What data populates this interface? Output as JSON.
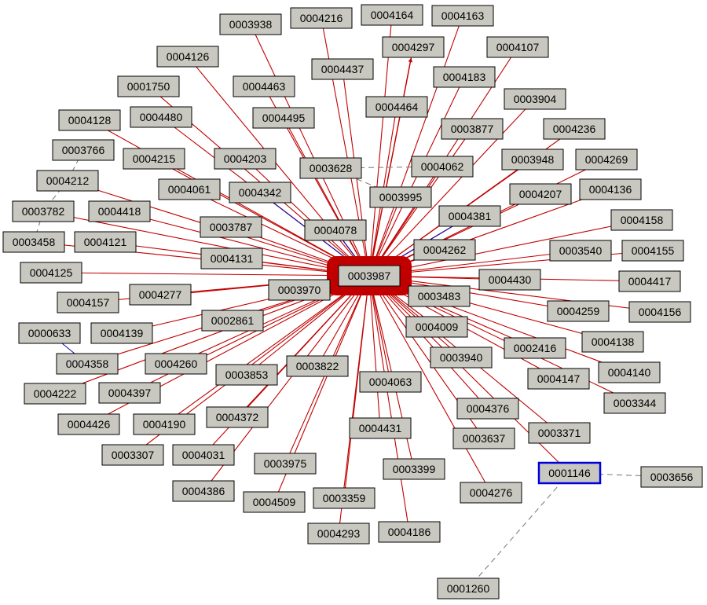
{
  "graph": {
    "center": "0003987",
    "highlighted": "0001146",
    "colors": {
      "node_fill": "#c8c8c0",
      "node_stroke": "#000000",
      "highlight_stroke": "#0000dd",
      "edge_red": "#c00000",
      "edge_blue": "#1010b0",
      "edge_dashed": "#808080"
    },
    "nodes": [
      "0003938",
      "0004216",
      "0004164",
      "0004163",
      "0004297",
      "0004107",
      "0004126",
      "0004437",
      "0001750",
      "0004463",
      "0004183",
      "0003904",
      "0004128",
      "0004480",
      "0004495",
      "0004464",
      "0003877",
      "0004236",
      "0003766",
      "0004215",
      "0004203",
      "0003628",
      "0004062",
      "0003948",
      "0004269",
      "0004212",
      "0004061",
      "0004342",
      "0003995",
      "0004207",
      "0004136",
      "0003782",
      "0004418",
      "0004381",
      "0004158",
      "0003787",
      "0004078",
      "0003458",
      "0004121",
      "0004262",
      "0003540",
      "0004155",
      "0004131",
      "0004125",
      "0003987",
      "0004430",
      "0004417",
      "0004157",
      "0004277",
      "0003970",
      "0003483",
      "0004259",
      "0004156",
      "0002861",
      "0000633",
      "0004139",
      "0004009",
      "0004138",
      "0002416",
      "0004358",
      "0004260",
      "0003940",
      "0004140",
      "0003853",
      "0003822",
      "0004222",
      "0004397",
      "0004147",
      "0004063",
      "0003344",
      "0004376",
      "0004372",
      "0004426",
      "0004190",
      "0004431",
      "0003637",
      "0003371",
      "0003307",
      "0004031",
      "0003975",
      "0003399",
      "0001146",
      "0003656",
      "0004386",
      "0004276",
      "0003359",
      "0004509",
      "0004293",
      "0004186",
      "0001260"
    ],
    "edges": [
      {
        "from": "0003938",
        "to": "0003987",
        "style": "red"
      },
      {
        "from": "0004216",
        "to": "0003987",
        "style": "red"
      },
      {
        "from": "0004164",
        "to": "0003987",
        "style": "red"
      },
      {
        "from": "0004163",
        "to": "0003987",
        "style": "red"
      },
      {
        "from": "0004297",
        "to": "0003987",
        "style": "red"
      },
      {
        "from": "0004107",
        "to": "0003987",
        "style": "red"
      },
      {
        "from": "0004126",
        "to": "0003987",
        "style": "red"
      },
      {
        "from": "0004437",
        "to": "0003987",
        "style": "red"
      },
      {
        "from": "0001750",
        "to": "0003987",
        "style": "red"
      },
      {
        "from": "0004463",
        "to": "0003987",
        "style": "red"
      },
      {
        "from": "0004183",
        "to": "0003987",
        "style": "red"
      },
      {
        "from": "0003904",
        "to": "0003987",
        "style": "red"
      },
      {
        "from": "0004128",
        "to": "0003987",
        "style": "red"
      },
      {
        "from": "0004480",
        "to": "0003987",
        "style": "red"
      },
      {
        "from": "0004495",
        "to": "0003987",
        "style": "red"
      },
      {
        "from": "0004464",
        "to": "0003987",
        "style": "red"
      },
      {
        "from": "0003877",
        "to": "0003987",
        "style": "red"
      },
      {
        "from": "0004236",
        "to": "0003987",
        "style": "red"
      },
      {
        "from": "0004215",
        "to": "0003987",
        "style": "red"
      },
      {
        "from": "0004203",
        "to": "0003987",
        "style": "red"
      },
      {
        "from": "0004062",
        "to": "0003987",
        "style": "red"
      },
      {
        "from": "0003948",
        "to": "0003987",
        "style": "red"
      },
      {
        "from": "0004269",
        "to": "0003987",
        "style": "red"
      },
      {
        "from": "0004212",
        "to": "0003987",
        "style": "red"
      },
      {
        "from": "0004061",
        "to": "0003987",
        "style": "red"
      },
      {
        "from": "0004342",
        "to": "0003987",
        "style": "red"
      },
      {
        "from": "0003995",
        "to": "0003987",
        "style": "red"
      },
      {
        "from": "0004207",
        "to": "0003987",
        "style": "red"
      },
      {
        "from": "0004136",
        "to": "0003987",
        "style": "red"
      },
      {
        "from": "0003782",
        "to": "0003987",
        "style": "red"
      },
      {
        "from": "0004418",
        "to": "0003987",
        "style": "red"
      },
      {
        "from": "0004381",
        "to": "0003987",
        "style": "red"
      },
      {
        "from": "0004158",
        "to": "0003987",
        "style": "red"
      },
      {
        "from": "0003787",
        "to": "0003987",
        "style": "red"
      },
      {
        "from": "0004078",
        "to": "0003987",
        "style": "red"
      },
      {
        "from": "0003458",
        "to": "0003987",
        "style": "red"
      },
      {
        "from": "0004121",
        "to": "0003987",
        "style": "red"
      },
      {
        "from": "0004262",
        "to": "0003987",
        "style": "red"
      },
      {
        "from": "0003540",
        "to": "0003987",
        "style": "red"
      },
      {
        "from": "0004155",
        "to": "0003987",
        "style": "red"
      },
      {
        "from": "0004131",
        "to": "0003987",
        "style": "red"
      },
      {
        "from": "0004125",
        "to": "0003987",
        "style": "red"
      },
      {
        "from": "0004430",
        "to": "0003987",
        "style": "red"
      },
      {
        "from": "0004417",
        "to": "0003987",
        "style": "red"
      },
      {
        "from": "0004157",
        "to": "0003987",
        "style": "red"
      },
      {
        "from": "0004277",
        "to": "0003987",
        "style": "red"
      },
      {
        "from": "0003970",
        "to": "0003987",
        "style": "red"
      },
      {
        "from": "0003483",
        "to": "0003987",
        "style": "red"
      },
      {
        "from": "0004259",
        "to": "0003987",
        "style": "red"
      },
      {
        "from": "0004156",
        "to": "0003987",
        "style": "red"
      },
      {
        "from": "0002861",
        "to": "0003987",
        "style": "red"
      },
      {
        "from": "0004139",
        "to": "0003987",
        "style": "red"
      },
      {
        "from": "0004009",
        "to": "0003987",
        "style": "red"
      },
      {
        "from": "0004138",
        "to": "0003987",
        "style": "red"
      },
      {
        "from": "0002416",
        "to": "0003987",
        "style": "red"
      },
      {
        "from": "0004358",
        "to": "0003987",
        "style": "red"
      },
      {
        "from": "0004260",
        "to": "0003987",
        "style": "red"
      },
      {
        "from": "0003940",
        "to": "0003987",
        "style": "red"
      },
      {
        "from": "0004140",
        "to": "0003987",
        "style": "red"
      },
      {
        "from": "0003853",
        "to": "0003987",
        "style": "red"
      },
      {
        "from": "0003822",
        "to": "0003987",
        "style": "red"
      },
      {
        "from": "0004222",
        "to": "0003987",
        "style": "red"
      },
      {
        "from": "0004397",
        "to": "0003987",
        "style": "red"
      },
      {
        "from": "0004147",
        "to": "0003987",
        "style": "red"
      },
      {
        "from": "0004063",
        "to": "0003987",
        "style": "red"
      },
      {
        "from": "0003344",
        "to": "0003987",
        "style": "red"
      },
      {
        "from": "0004376",
        "to": "0003987",
        "style": "red"
      },
      {
        "from": "0004372",
        "to": "0003987",
        "style": "red"
      },
      {
        "from": "0004426",
        "to": "0003987",
        "style": "red"
      },
      {
        "from": "0004190",
        "to": "0003987",
        "style": "red"
      },
      {
        "from": "0004431",
        "to": "0003987",
        "style": "red"
      },
      {
        "from": "0003637",
        "to": "0003987",
        "style": "red"
      },
      {
        "from": "0003371",
        "to": "0003987",
        "style": "red"
      },
      {
        "from": "0003307",
        "to": "0003987",
        "style": "red"
      },
      {
        "from": "0004031",
        "to": "0003987",
        "style": "red"
      },
      {
        "from": "0003975",
        "to": "0003987",
        "style": "red"
      },
      {
        "from": "0003399",
        "to": "0003987",
        "style": "red"
      },
      {
        "from": "0001146",
        "to": "0003987",
        "style": "red"
      },
      {
        "from": "0004386",
        "to": "0003987",
        "style": "red"
      },
      {
        "from": "0004276",
        "to": "0003987",
        "style": "red"
      },
      {
        "from": "0003359",
        "to": "0003987",
        "style": "red"
      },
      {
        "from": "0004509",
        "to": "0003987",
        "style": "red"
      },
      {
        "from": "0004293",
        "to": "0003987",
        "style": "red"
      },
      {
        "from": "0004186",
        "to": "0003987",
        "style": "red"
      },
      {
        "from": "0003987",
        "to": "0004297",
        "style": "red-arrow"
      },
      {
        "from": "0004342",
        "to": "0003987",
        "style": "blue"
      },
      {
        "from": "0004381",
        "to": "0003987",
        "style": "blue"
      },
      {
        "from": "0004078",
        "to": "0003987",
        "style": "blue"
      },
      {
        "from": "0000633",
        "to": "0004358",
        "style": "blue"
      },
      {
        "from": "0003628",
        "to": "0004062",
        "style": "dashed"
      },
      {
        "from": "0003628",
        "to": "0003995",
        "style": "dashed"
      },
      {
        "from": "0003766",
        "to": "0004212",
        "style": "dashed"
      },
      {
        "from": "0004212",
        "to": "0003782",
        "style": "dashed"
      },
      {
        "from": "0003782",
        "to": "0003458",
        "style": "dashed"
      },
      {
        "from": "0001146",
        "to": "0003656",
        "style": "dashed"
      },
      {
        "from": "0001146",
        "to": "0001260",
        "style": "dashed"
      }
    ]
  }
}
